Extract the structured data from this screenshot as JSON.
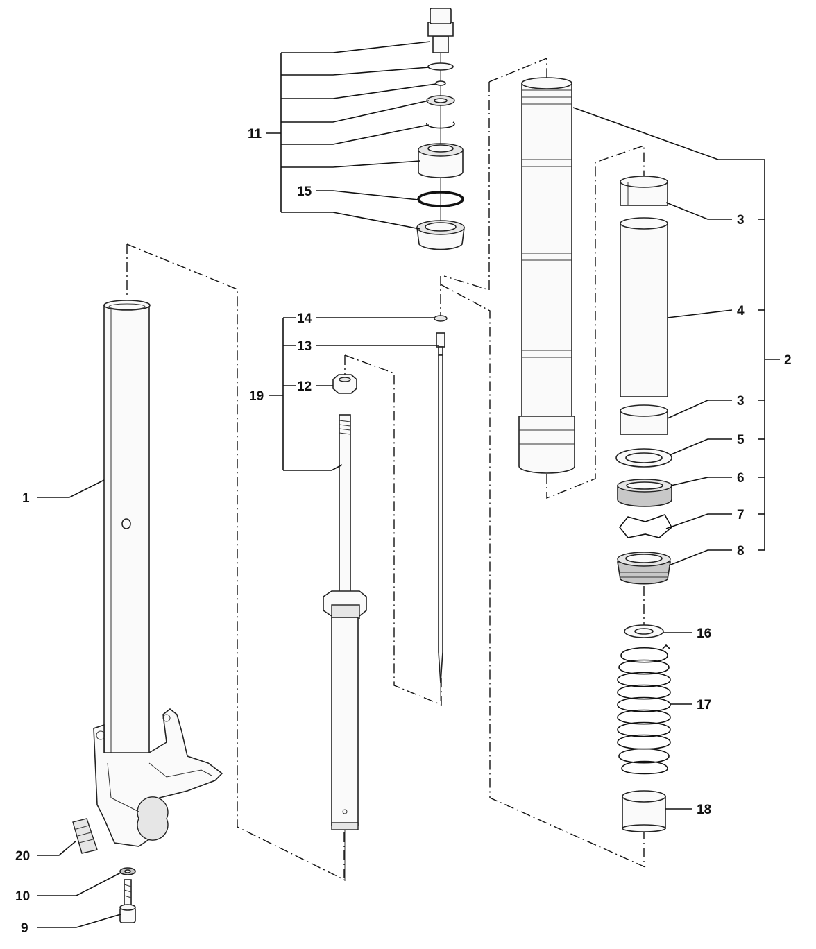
{
  "diagram": {
    "labels": {
      "l1": "1",
      "l2": "2",
      "l3a": "3",
      "l3b": "3",
      "l4": "4",
      "l5": "5",
      "l6": "6",
      "l7": "7",
      "l8": "8",
      "l9": "9",
      "l10": "10",
      "l11": "11",
      "l12": "12",
      "l13": "13",
      "l14": "14",
      "l15": "15",
      "l16": "16",
      "l17": "17",
      "l18": "18",
      "l19": "19",
      "l20": "20"
    },
    "colors": {
      "line": "#111111",
      "part_fill": "#fafafa",
      "part_shade": "#c8c8c8"
    }
  }
}
